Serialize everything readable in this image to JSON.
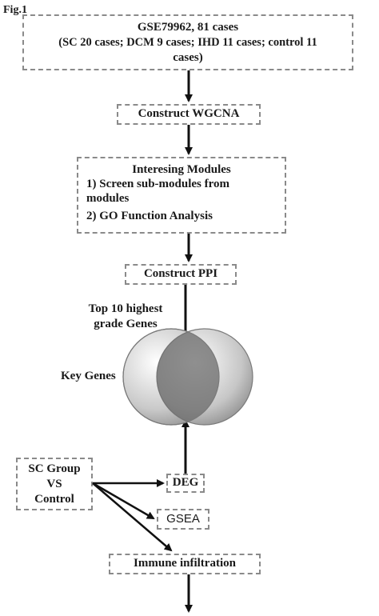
{
  "figure_label": "Fig.1",
  "dataset": {
    "line1": "GSE79962, 81 cases",
    "line2": "(SC 20 cases; DCM 9 cases; IHD 11 cases; control 11",
    "line3": "cases)"
  },
  "wgcna": "Construct WGCNA",
  "modules": {
    "title": "Interesing Modules",
    "step1_a": "1) Screen sub-modules from",
    "step1_b": "modules",
    "step2": "2) GO Function Analysis"
  },
  "ppi": "Construct PPI",
  "top10": {
    "line1": "Top 10 highest",
    "line2": "grade Genes"
  },
  "key_genes": "Key Genes",
  "sc_group": {
    "line1": "SC Group",
    "line2": "VS",
    "line3": "Control"
  },
  "deg": "DEG",
  "gsea": "GSEA",
  "immune": "Immune infiltration"
}
